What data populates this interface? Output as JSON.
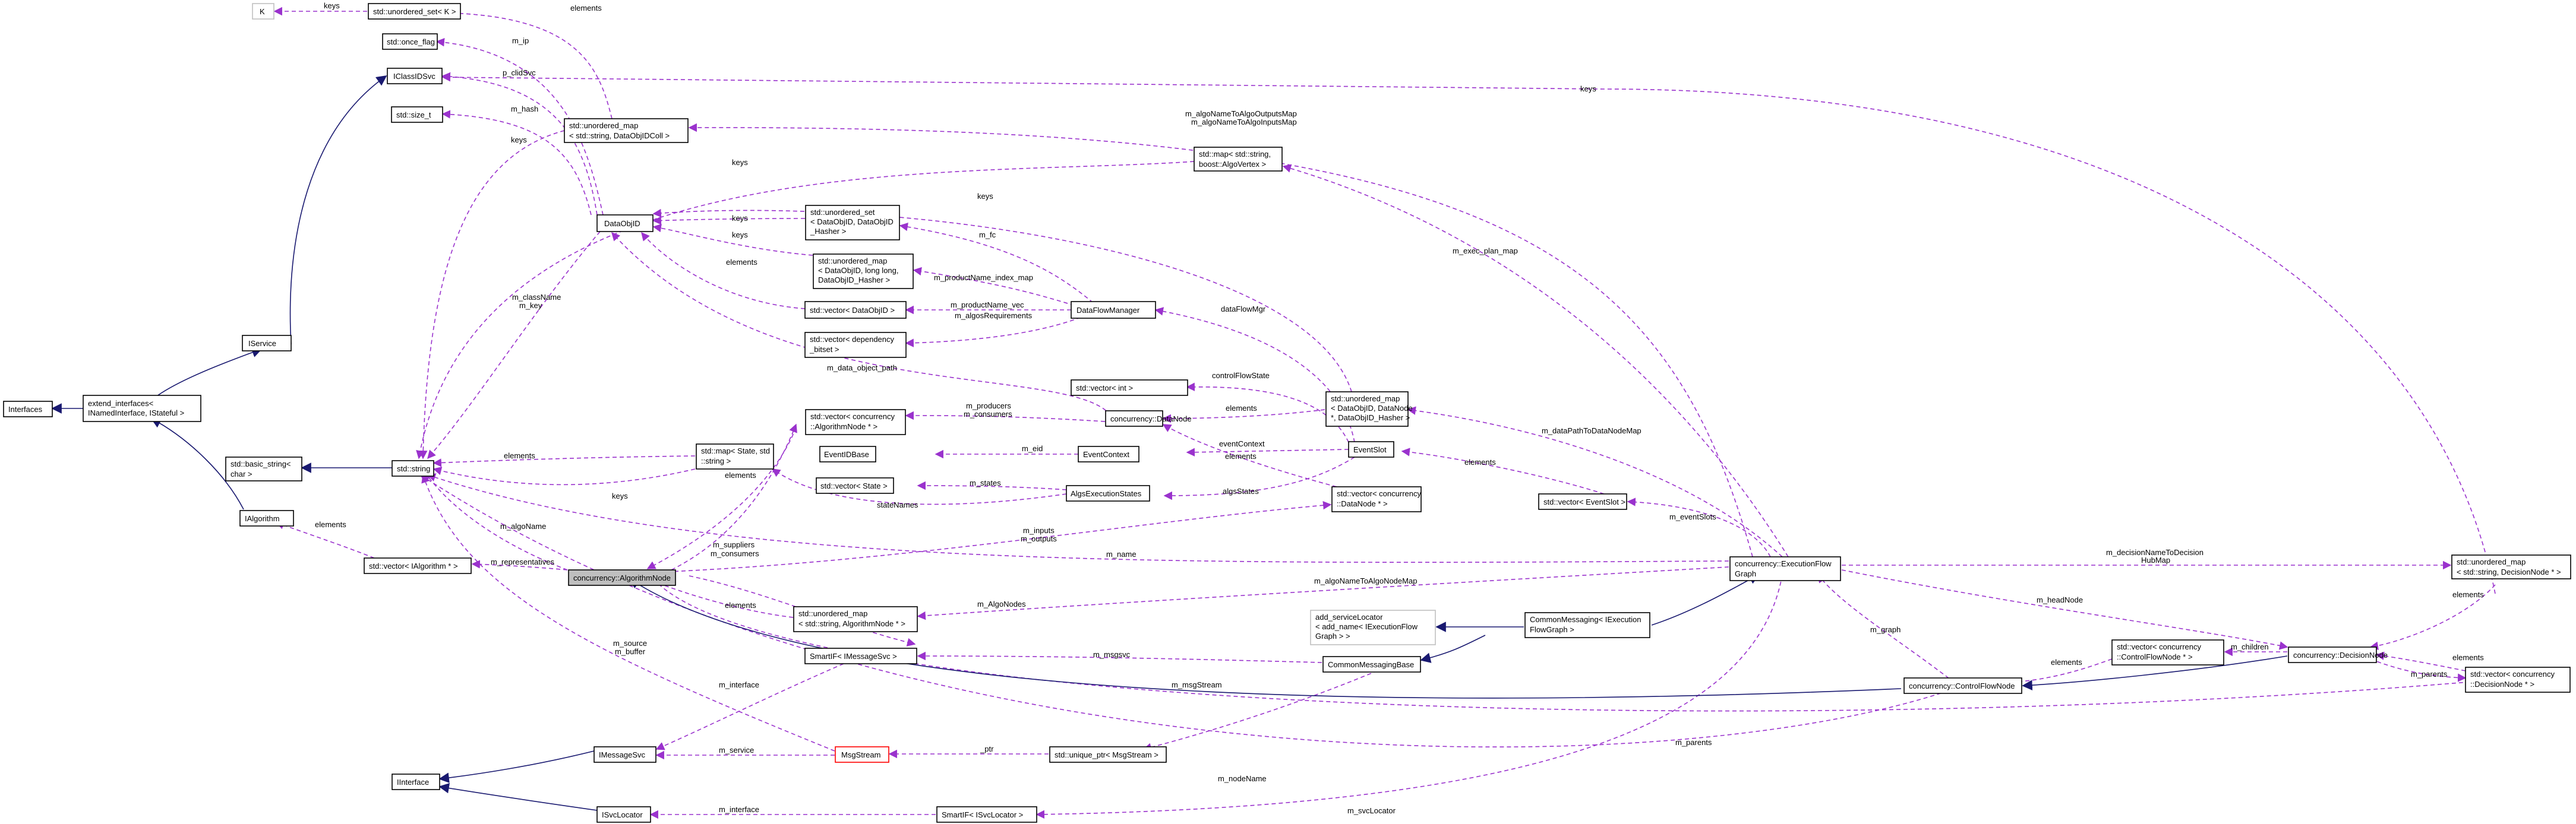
{
  "colors": {
    "usage_edge": "#9a32cd",
    "inherit_edge": "#191970",
    "focus_fill": "#bfbfbf"
  },
  "nodes": {
    "K": "K",
    "unordered_set_K": "std::unordered_set< K >",
    "once_flag": "std::once_flag",
    "IClassIDSvc": "IClassIDSvc",
    "size_t": "std::size_t",
    "unordered_map_DataObjIDColl": [
      "std::unordered_map",
      "< std::string, DataObjIDColl >"
    ],
    "map_string_AlgoVertex": [
      "std::map< std::string,",
      " boost::AlgoVertex >"
    ],
    "DataObjID": "DataObjID",
    "unordered_set_DataObjID": [
      "std::unordered_set",
      "< DataObjID, DataObjID",
      "_Hasher >"
    ],
    "unordered_map_DataObjID_longlong": [
      "std::unordered_map",
      "< DataObjID, long long,",
      " DataObjID_Hasher >"
    ],
    "vector_DataObjID": "std::vector< DataObjID >",
    "DataFlowManager": "DataFlowManager",
    "vector_dynamic_bitset": [
      "std::vector< dependency",
      "_bitset >"
    ],
    "IService": "IService",
    "Interfaces": "Interfaces",
    "extend_interfaces": [
      "extend_interfaces<",
      " INamedInterface, IStateful >"
    ],
    "vector_int": "std::vector< int >",
    "unordered_map_DataNode": [
      "std::unordered_map",
      "< DataObjID, DataNode",
      " *, DataObjID_Hasher >"
    ],
    "vector_AlgorithmNode": [
      "std::vector< concurrency",
      "::AlgorithmNode * >"
    ],
    "DataNode": "concurrency::DataNode",
    "map_State_string": [
      "std::map< State, std",
      "::string >"
    ],
    "basic_string": [
      "std::basic_string<",
      " char >"
    ],
    "string": "std::string",
    "EventIDBase": "EventIDBase",
    "EventContext": "EventContext",
    "EventSlot": "EventSlot",
    "vector_State": "std::vector< State >",
    "AlgsExecutionStates": "AlgsExecutionStates",
    "vector_DataNode": [
      "std::vector< concurrency",
      "::DataNode * >"
    ],
    "vector_EventSlot": "std::vector< EventSlot >",
    "IAlgorithm": "IAlgorithm",
    "vector_IAlgorithm": "std::vector< IAlgorithm * >",
    "AlgorithmNode": "concurrency::AlgorithmNode",
    "ExecutionFlowGraph": [
      "concurrency::ExecutionFlow",
      "Graph"
    ],
    "unordered_map_DecisionNode": [
      "std::unordered_map",
      "< std::string, DecisionNode * >"
    ],
    "unordered_map_AlgorithmNode": [
      "std::unordered_map",
      "< std::string, AlgorithmNode * >"
    ],
    "add_serviceLocator": [
      "add_serviceLocator",
      "< add_name< IExecutionFlow",
      "Graph > >"
    ],
    "CommonMessaging_IEFG": [
      "CommonMessaging< IExecution",
      "FlowGraph >"
    ],
    "SmartIF_IMessageSvc": "SmartIF< IMessageSvc >",
    "CommonMessagingBase": "CommonMessagingBase",
    "vector_ControlFlowNode": [
      "std::vector< concurrency",
      "::ControlFlowNode * >"
    ],
    "DecisionNode": "concurrency::DecisionNode",
    "ControlFlowNode": "concurrency::ControlFlowNode",
    "vector_DecisionNode": [
      "std::vector< concurrency",
      "::DecisionNode * >"
    ],
    "IMessageSvc": "IMessageSvc",
    "MsgStream": "MsgStream",
    "unique_ptr_MsgStream": "std::unique_ptr< MsgStream >",
    "IInterface": "IInterface",
    "ISvcLocator": "ISvcLocator",
    "SmartIF_ISvcLocator": "SmartIF< ISvcLocator >"
  },
  "labels": {
    "keys_K": "keys",
    "elements_set_K": "elements",
    "m_ip": "m_ip",
    "p_clidSvc": "p_clidSvc",
    "m_hash": "m_hash",
    "keys_string_1": "keys",
    "keys_string_2": "keys",
    "keys_DataObjID_1": "keys",
    "keys_DataObjID_2": "keys",
    "elements_vec_DataObjID": "elements",
    "keys_DataNodeMap": "keys",
    "keys_clid": "keys",
    "algoNameToAlgoOutputsMap": "m_algoNameToAlgoOutputsMap",
    "algoNameToAlgoInputsMap": "m_algoNameToAlgoInputsMap",
    "m_fc": "m_fc",
    "m_productName_index_map": "m_productName_index_map",
    "m_productName_vec": "m_productName_vec",
    "m_algosRequirements": "m_algosRequirements",
    "m_className": "m_className",
    "m_key": "m_key",
    "m_exec_plan_map": "m_exec_plan_map",
    "dataFlowMgr": "dataFlowMgr",
    "m_data_object_path": "m_data_object_path",
    "controlFlowState": "controlFlowState",
    "elements_DataNode": "elements",
    "m_producers": "m_producers",
    "m_consumers_dn": "m_consumers",
    "elements_string_map": "elements",
    "m_eid": "m_eid",
    "eventContext": "eventContext",
    "elements_evslot": "elements",
    "elements_dn_vec": "elements",
    "m_states": "m_states",
    "stateNames": "stateNames",
    "keys_statemap": "keys",
    "algsStates": "algsStates",
    "m_dataPathToDataNodeMap": "m_dataPathToDataNodeMap",
    "m_eventSlots": "m_eventSlots",
    "m_algoName": "m_algoName",
    "elements_statemap": "elements",
    "m_inputs": "m_inputs",
    "m_outputs": "m_outputs",
    "m_name": "m_name",
    "m_decisionNameToDecisionHubMap": [
      "m_decisionNameToDecision",
      "HubMap"
    ],
    "elements_ialg": "elements",
    "m_representatives": "m_representatives",
    "m_suppliers": "m_suppliers",
    "m_consumers_an": "m_consumers",
    "m_algoNameToAlgoNodeMap": "m_algoNameToAlgoNodeMap",
    "elements_dec_map": "elements",
    "elements_algnode_map": "elements",
    "m_AlgoNodes": "m_AlgoNodes",
    "m_headNode": "m_headNode",
    "m_source": "m_source",
    "m_buffer": "m_buffer",
    "m_msgsvc": "m_msgsvc",
    "m_graph": "m_graph",
    "elements_cfn": "elements",
    "m_children": "m_children",
    "elements_decnode": "elements",
    "m_parents": "m_parents",
    "m_interface_msg": "m_interface",
    "m_msgStream": "m_msgStream",
    "m_parents_2": "m_parents",
    "m_service": "m_service",
    "ptr": "_ptr",
    "m_nodeName": "m_nodeName",
    "m_interface_svc": "m_interface",
    "m_svcLocator": "m_svcLocator"
  }
}
